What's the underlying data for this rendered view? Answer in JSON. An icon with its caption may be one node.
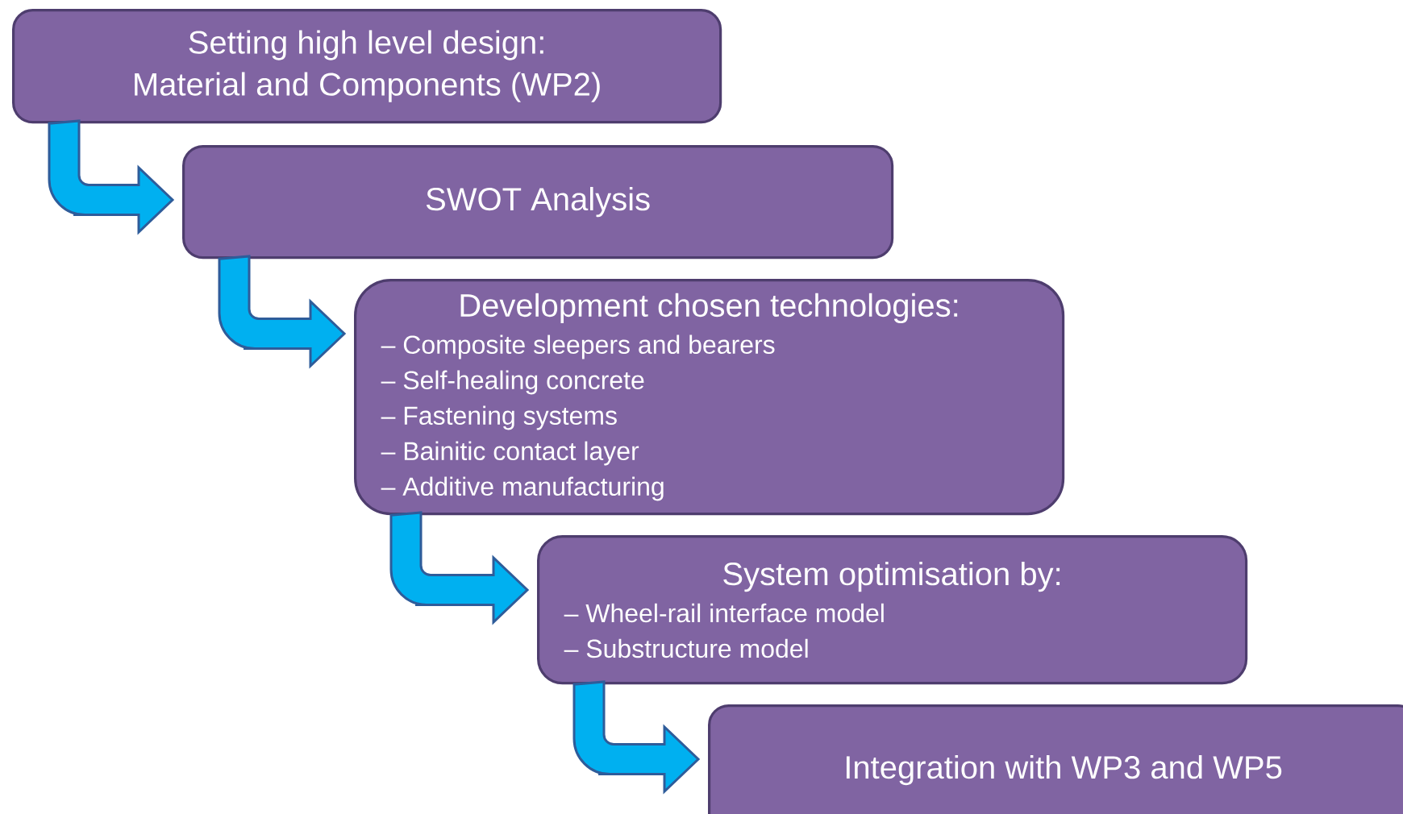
{
  "diagram": {
    "nodes": [
      {
        "text": [
          "Setting high level design: Material and Components (WP2)"
        ]
      },
      {
        "text": [
          "SWOT Analysis"
        ]
      },
      {
        "text": [
          "Development chosen technologies:",
          "– Composite sleepers and bearers",
          "– Self-healing concrete",
          "– Fastening systems",
          "– Bainitic contact layer",
          "– Additive manufacturing"
        ]
      },
      {
        "text": [
          "System optimisation by:",
          "– Wheel-rail interface model",
          "– Substructure model"
        ]
      },
      {
        "text": [
          "Integration with WP3 and WP5"
        ]
      }
    ],
    "edges": [
      {
        "from": 0,
        "to": 1,
        "arrow": "to"
      },
      {
        "from": 1,
        "to": 2,
        "arrow": "to"
      },
      {
        "from": 2,
        "to": 3,
        "arrow": "to"
      },
      {
        "from": 3,
        "to": 4,
        "arrow": "to"
      }
    ]
  }
}
